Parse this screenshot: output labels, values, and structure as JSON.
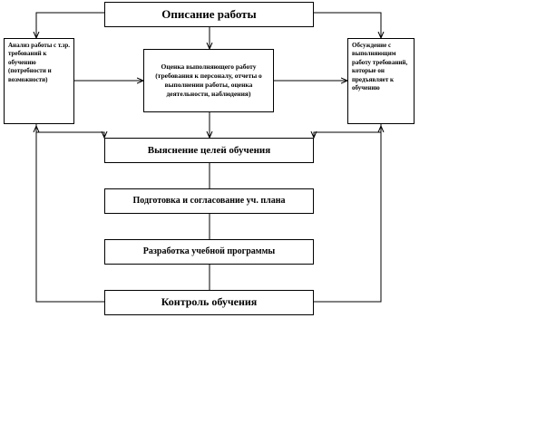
{
  "diagram": {
    "title": "Описание работы",
    "left_box": "Анализ работы с т.зр. требований к обучению (потребности и возможности)",
    "center_box": "Оценка выполняющего работу (требования к персоналу, отчеты о выполнении работы, оценка деятельности, наблюдения)",
    "right_box": "Обсуждение с выполняющим работу требований, которые он предъявляет к обучению",
    "step1": "Выяснение целей обучения",
    "step2": "Подготовка и согласование уч. плана",
    "step3": "Разработка учебной программы",
    "step4": "Контроль обучения"
  },
  "colors": {
    "line": "#000000",
    "background": "#ffffff"
  }
}
